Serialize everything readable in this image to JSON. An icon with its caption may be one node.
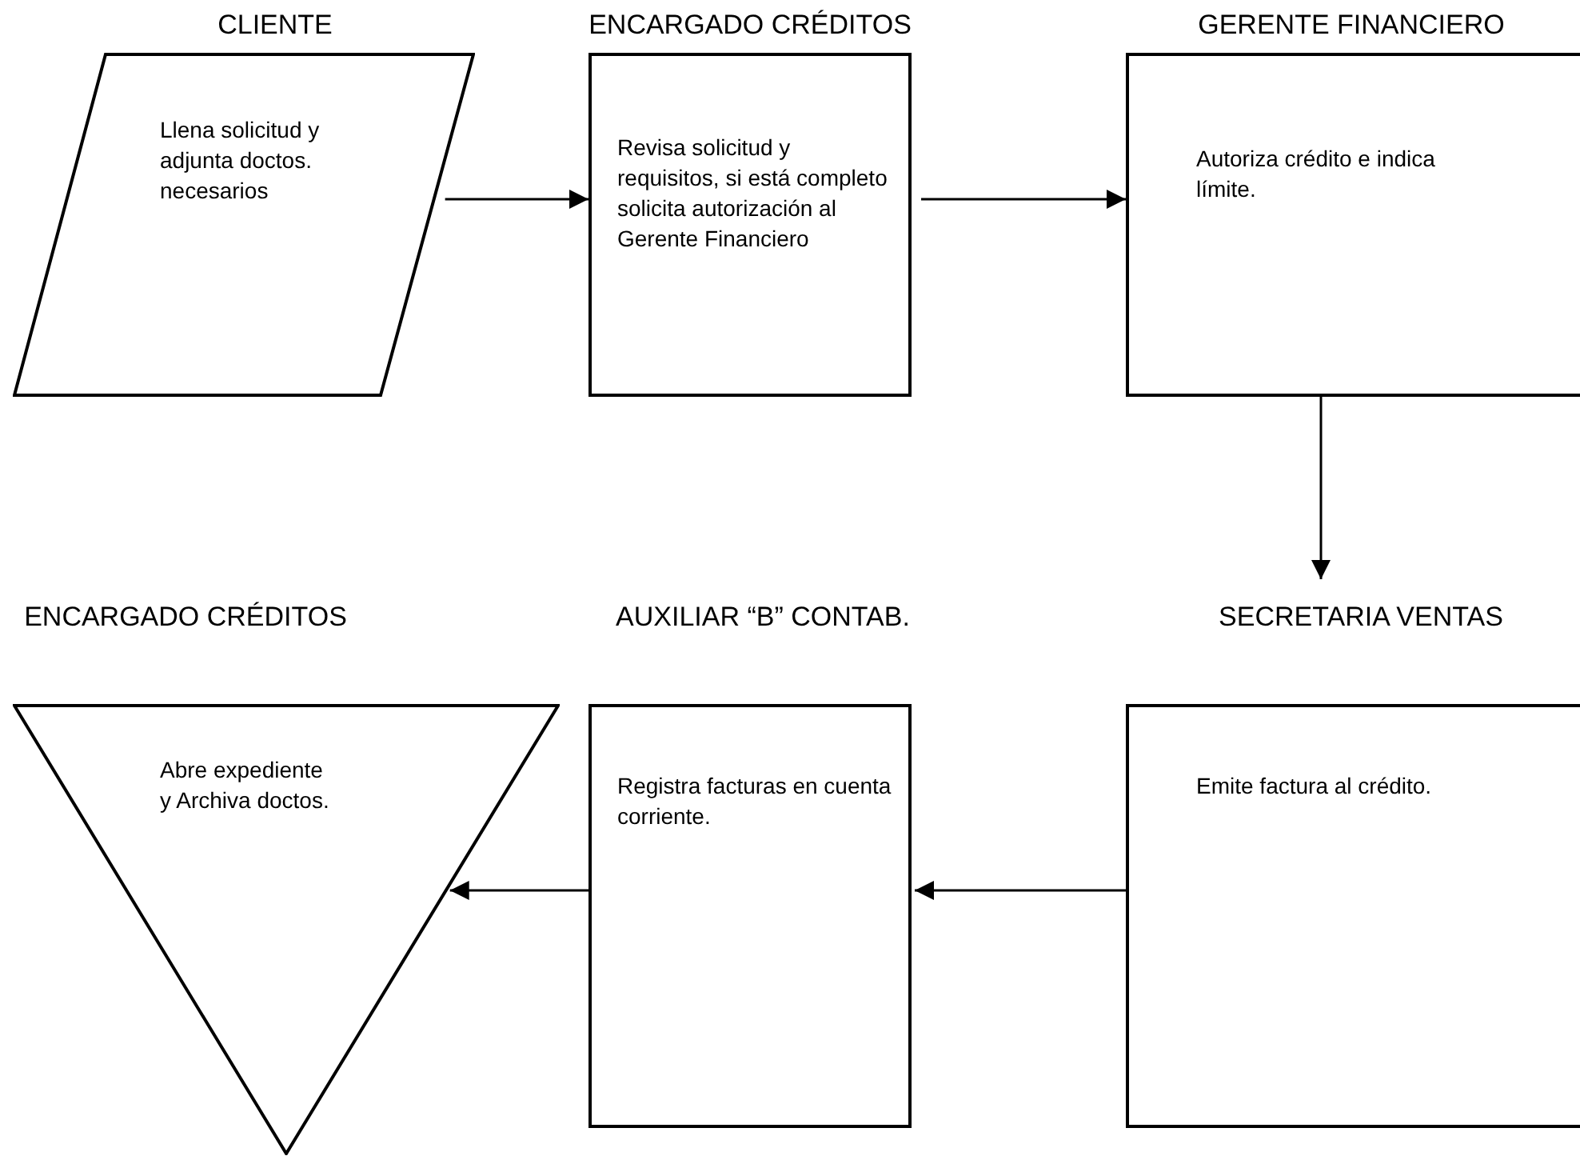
{
  "diagram": {
    "nodes": [
      {
        "text": [
          "CLIENTE",
          "Llena solicitud y adjunta doctos. necesarios"
        ]
      },
      {
        "text": [
          "ENCARGADO CRÉDITOS",
          "Revisa solicitud y requisitos, si está completo solicita autorización al Gerente Financiero"
        ]
      },
      {
        "text": [
          "GERENTE FINANCIERO",
          "Autoriza crédito e indica límite."
        ]
      },
      {
        "text": [
          "ENCARGADO CRÉDITOS",
          "Abre expediente y Archiva doctos."
        ]
      },
      {
        "text": [
          "AUXILIAR “B” CONTAB.",
          "Registra facturas en cuenta corriente."
        ]
      },
      {
        "text": [
          "SECRETARIA VENTAS",
          "Emite factura al crédito."
        ]
      }
    ],
    "edges": [
      {
        "from": 0,
        "to": 1,
        "arrow": "to"
      },
      {
        "from": 1,
        "to": 2,
        "arrow": "to"
      },
      {
        "from": 2,
        "to": 5,
        "arrow": "to"
      },
      {
        "from": 5,
        "to": 4,
        "arrow": "to"
      },
      {
        "from": 4,
        "to": 3,
        "arrow": "to"
      }
    ]
  }
}
